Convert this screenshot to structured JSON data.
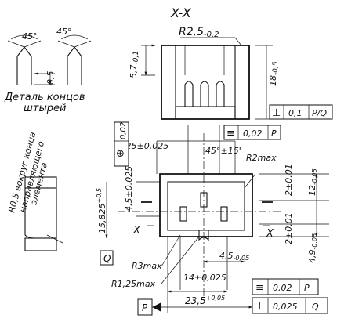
{
  "section": {
    "title": "X-X"
  },
  "pin_detail": {
    "caption_line1": "Деталь концов",
    "caption_line2": "штырей",
    "angle_left": "45°",
    "angle_right": "45°",
    "tip": "0,5"
  },
  "guide_note": {
    "line1": "R0,5 вокруг конца",
    "line2": "направляющего",
    "line3": "элемента"
  },
  "section_dims": {
    "radius": "R2,5",
    "radius_tol": "-0,2",
    "depth": "5,7",
    "depth_tol": "-0,1",
    "height": "18",
    "height_tol": "-0,5"
  },
  "tolerance_frames": {
    "perpendicular_section": {
      "symbol": "⊥",
      "value": "0,1",
      "datum": "P/Q"
    },
    "symmetry_top": {
      "symbol": "≡",
      "value": "0,02",
      "datum": "P"
    },
    "position_left": {
      "symbol": "⊕",
      "value": "0,02"
    },
    "symmetry_bottom": {
      "symbol": "≡",
      "value": "0,02",
      "datum": "P"
    },
    "perpendicular_bottom": {
      "symbol": "⊥",
      "value": "0,025",
      "datum": "Q"
    }
  },
  "plan_dims": {
    "width_top": "2,25±0,025",
    "angle": "45°±15'",
    "r2max": "R2max",
    "vert_left": "4,5±0,025",
    "overall_left": "15,825",
    "overall_left_tol": "+0,5",
    "right_top": "2±0,01",
    "right_total": "12",
    "right_total_tol": "-0,05",
    "right_bottom": "2±0,01",
    "right_low": "4,9",
    "right_low_tol": "-0,05",
    "r3max": "R3max",
    "r125max": "R1,25max",
    "pitch": "4,5",
    "pitch_tol": "-0,05",
    "span": "14±0,025",
    "total": "23,5",
    "total_tol": "+0,05"
  },
  "datums": {
    "q": "Q",
    "p": "P"
  },
  "cut_marks": {
    "left": "X",
    "right": "X"
  }
}
